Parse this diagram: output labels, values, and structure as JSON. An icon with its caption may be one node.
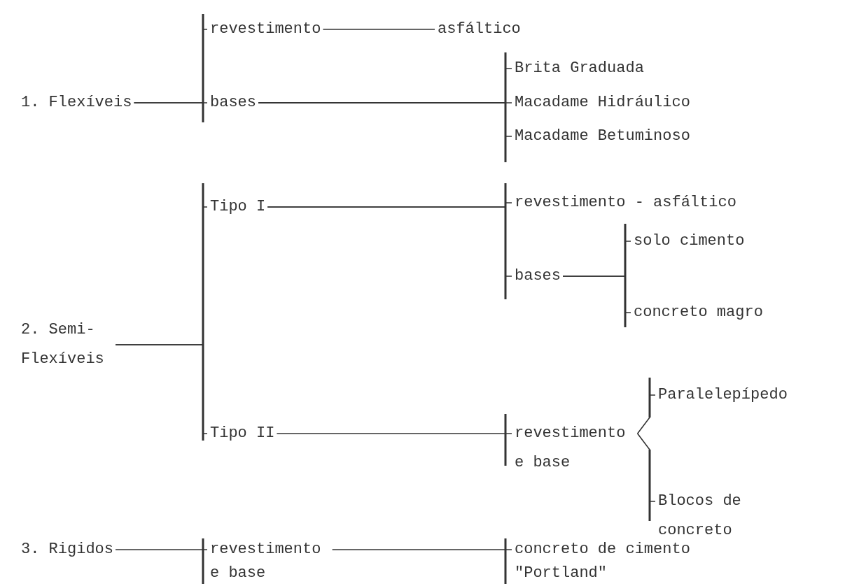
{
  "diagram": {
    "nodes": [
      {
        "text": [
          "1. Flexíveis"
        ]
      },
      {
        "text": [
          "revestimento"
        ]
      },
      {
        "text": [
          "asfáltico"
        ]
      },
      {
        "text": [
          "bases"
        ]
      },
      {
        "text": [
          "Brita Graduada"
        ]
      },
      {
        "text": [
          "Macadame Hidráulico"
        ]
      },
      {
        "text": [
          "Macadame Betuminoso"
        ]
      },
      {
        "text": [
          "2. Semi- Flexíveis"
        ]
      },
      {
        "text": [
          "Tipo I"
        ]
      },
      {
        "text": [
          "revestimento - asfáltico"
        ]
      },
      {
        "text": [
          "bases"
        ]
      },
      {
        "text": [
          "solo cimento"
        ]
      },
      {
        "text": [
          "concreto magro"
        ]
      },
      {
        "text": [
          "Tipo II"
        ]
      },
      {
        "text": [
          "revestimento e base"
        ]
      },
      {
        "text": [
          "Paralelepípedo"
        ]
      },
      {
        "text": [
          "Blocos de concreto"
        ]
      },
      {
        "text": [
          "3. Rigidos"
        ]
      },
      {
        "text": [
          "revestimento e base"
        ]
      },
      {
        "text": [
          "concreto de cimento \"Portland\""
        ]
      }
    ],
    "edges": [
      {
        "from": 0,
        "to": 1,
        "arrow": "none"
      },
      {
        "from": 0,
        "to": 3,
        "arrow": "none"
      },
      {
        "from": 1,
        "to": 2,
        "arrow": "none"
      },
      {
        "from": 3,
        "to": 4,
        "arrow": "none"
      },
      {
        "from": 3,
        "to": 5,
        "arrow": "none"
      },
      {
        "from": 3,
        "to": 6,
        "arrow": "none"
      },
      {
        "from": 7,
        "to": 8,
        "arrow": "none"
      },
      {
        "from": 7,
        "to": 13,
        "arrow": "none"
      },
      {
        "from": 8,
        "to": 9,
        "arrow": "none"
      },
      {
        "from": 8,
        "to": 10,
        "arrow": "none"
      },
      {
        "from": 10,
        "to": 11,
        "arrow": "none"
      },
      {
        "from": 10,
        "to": 12,
        "arrow": "none"
      },
      {
        "from": 13,
        "to": 14,
        "arrow": "none"
      },
      {
        "from": 14,
        "to": 15,
        "arrow": "none"
      },
      {
        "from": 14,
        "to": 16,
        "arrow": "none"
      },
      {
        "from": 17,
        "to": 18,
        "arrow": "none"
      },
      {
        "from": 18,
        "to": 19,
        "arrow": "none"
      }
    ]
  }
}
